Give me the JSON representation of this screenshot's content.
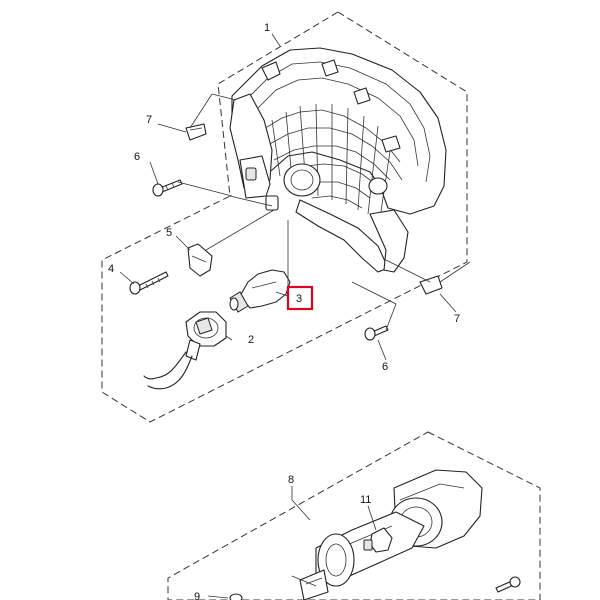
{
  "diagram": {
    "highlight_color": "#e0001b",
    "callouts": {
      "c1": "1",
      "c2": "2",
      "c3": "3",
      "c4": "4",
      "c5": "5",
      "c6a": "6",
      "c6b": "6",
      "c7a": "7",
      "c7b": "7",
      "c8": "8",
      "c9": "9",
      "c11": "11"
    },
    "selected_part": "3"
  }
}
